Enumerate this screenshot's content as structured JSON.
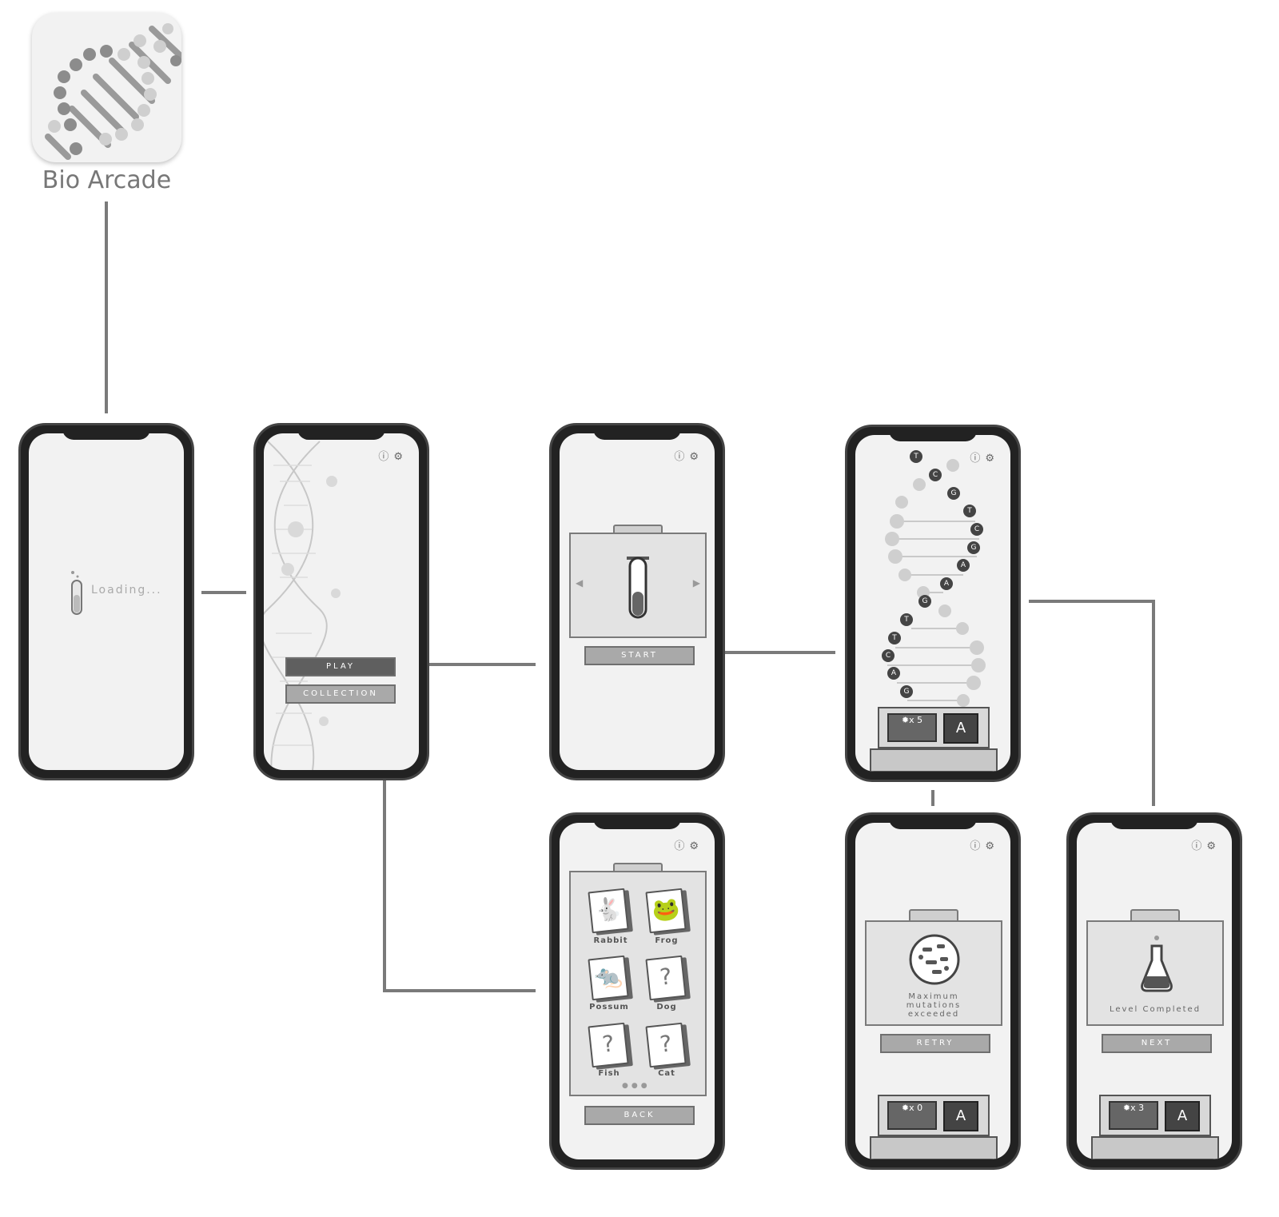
{
  "app": {
    "name": "Bio Arcade"
  },
  "loading": {
    "text": "Loading..."
  },
  "menu": {
    "play": "PLAY",
    "collection": "COLLECTION"
  },
  "select": {
    "start": "START"
  },
  "collection": {
    "cards": [
      {
        "label": "Rabbit",
        "glyph": "🐇"
      },
      {
        "label": "Frog",
        "glyph": "🐸"
      },
      {
        "label": "Possum",
        "glyph": "🐀"
      },
      {
        "label": "Dog",
        "glyph": "?"
      },
      {
        "label": "Fish",
        "glyph": "?"
      },
      {
        "label": "Cat",
        "glyph": "?"
      }
    ],
    "back": "BACK"
  },
  "game": {
    "nucleotides": [
      "T",
      "C",
      "G",
      "T",
      "C",
      "G",
      "A",
      "A",
      "G",
      "T",
      "T",
      "C",
      "A",
      "G"
    ],
    "mutations": "x 5",
    "base": "A"
  },
  "fail": {
    "message": "Maximum mutations exceeded",
    "retry": "RETRY",
    "mutations": "x 0",
    "base": "A"
  },
  "win": {
    "message": "Level Completed",
    "next": "NEXT",
    "mutations": "x 3",
    "base": "A"
  },
  "icons": {
    "info": "info-icon",
    "settings": "gear-icon"
  }
}
